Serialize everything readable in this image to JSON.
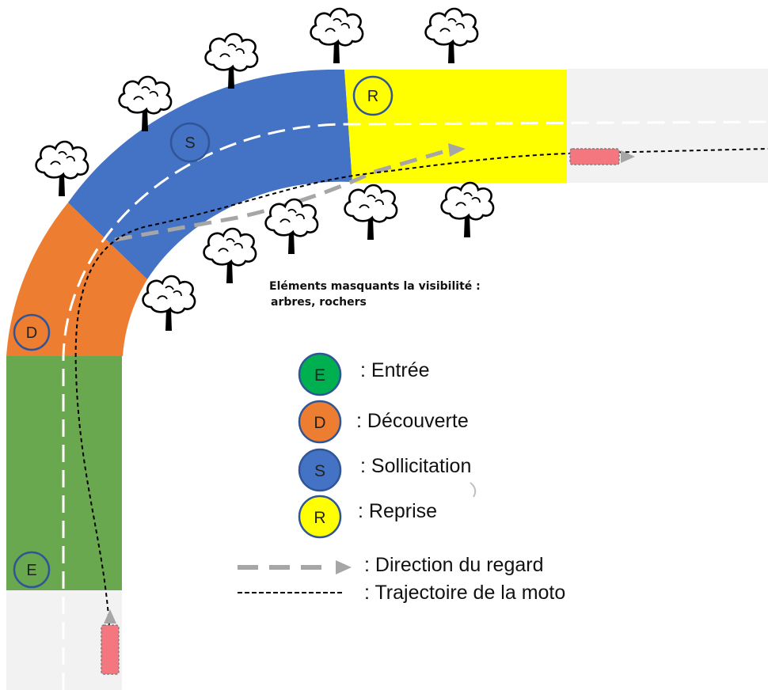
{
  "zones": {
    "entree": {
      "letter": "E",
      "color": "#6aa84f"
    },
    "decouverte": {
      "letter": "D",
      "color": "#ed7d31"
    },
    "sollicitation": {
      "letter": "S",
      "color": "#4472c4"
    },
    "reprise": {
      "letter": "R",
      "color": "#ffff00"
    }
  },
  "annotation": {
    "line1": "Eléments masquants la visibilité :",
    "line2": "arbres, rochers"
  },
  "legend": {
    "entree": {
      "letter": "E",
      "label": ": Entrée",
      "color": "#00b050"
    },
    "decouverte": {
      "letter": "D",
      "label": ": Découverte",
      "color": "#ed7d31"
    },
    "sollicitation": {
      "letter": "S",
      "label": ": Sollicitation",
      "color": "#4472c4"
    },
    "reprise": {
      "letter": "R",
      "label": ": Reprise",
      "color": "#ffff00"
    },
    "gaze": {
      "label": ": Direction du regard"
    },
    "trajectory": {
      "label": ": Trajectoire de la moto"
    }
  },
  "colors": {
    "road_gray": "#f2f2f2",
    "gaze_arrow": "#a6a6a6",
    "trajectory": "#000000",
    "motorcycle": "#f4777f",
    "center_line": "#ffffff"
  },
  "icons": [
    "tree-icon",
    "motorcycle-icon",
    "gaze-arrow-icon"
  ]
}
